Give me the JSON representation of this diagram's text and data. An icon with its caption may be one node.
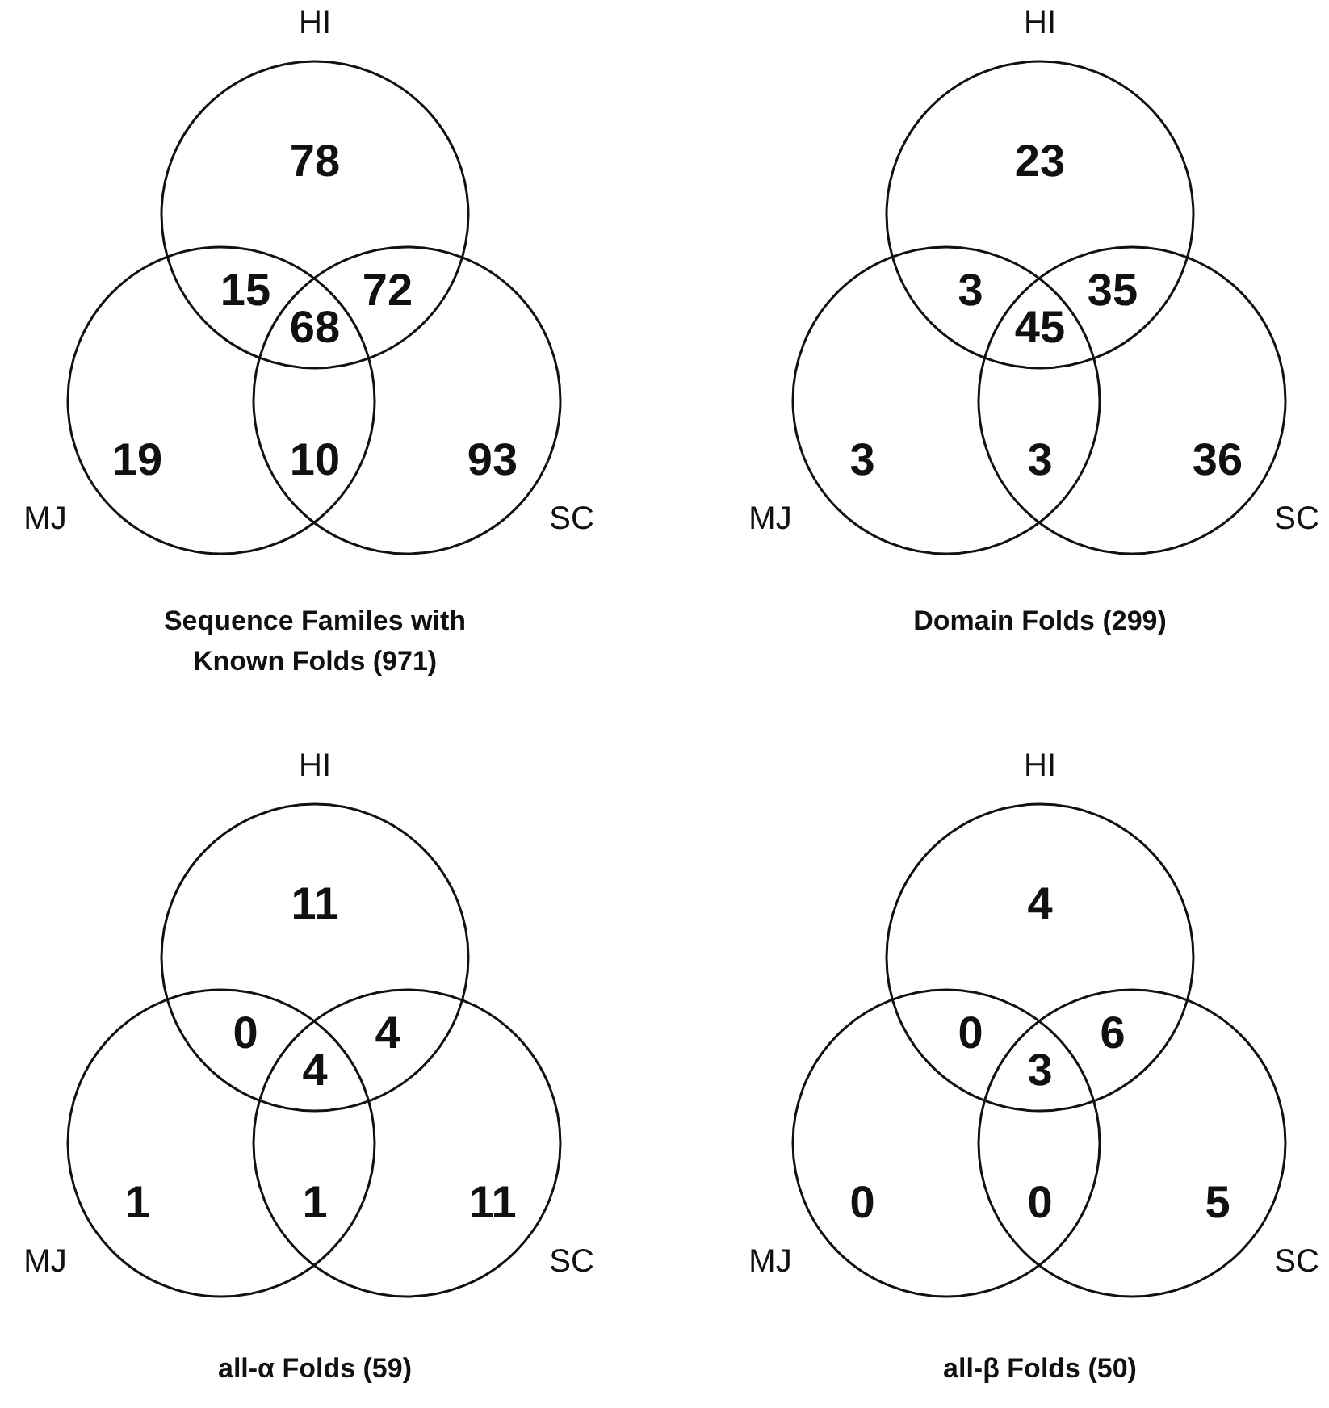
{
  "diagram": {
    "nodes": [
      {
        "text": [
          "HI"
        ]
      },
      {
        "text": [
          "MJ"
        ]
      },
      {
        "text": [
          "SC"
        ]
      },
      {
        "text": [
          "HI"
        ]
      },
      {
        "text": [
          "MJ"
        ]
      },
      {
        "text": [
          "SC"
        ]
      },
      {
        "text": [
          "HI"
        ]
      },
      {
        "text": [
          "MJ"
        ]
      },
      {
        "text": [
          "SC"
        ]
      },
      {
        "text": [
          "HI"
        ]
      },
      {
        "text": [
          "MJ"
        ]
      },
      {
        "text": [
          "SC"
        ]
      }
    ],
    "labels": [
      "78",
      "15",
      "72",
      "68",
      "19",
      "10",
      "93",
      "Sequence Familes with Known Folds (971)",
      "23",
      "3",
      "35",
      "45",
      "3",
      "3",
      "36",
      "Domain Folds (299)",
      "11",
      "0",
      "4",
      "4",
      "1",
      "1",
      "11",
      "all-α Folds (59)",
      "4",
      "0",
      "6",
      "3",
      "0",
      "0",
      "5",
      "all-β Folds (50)"
    ]
  }
}
